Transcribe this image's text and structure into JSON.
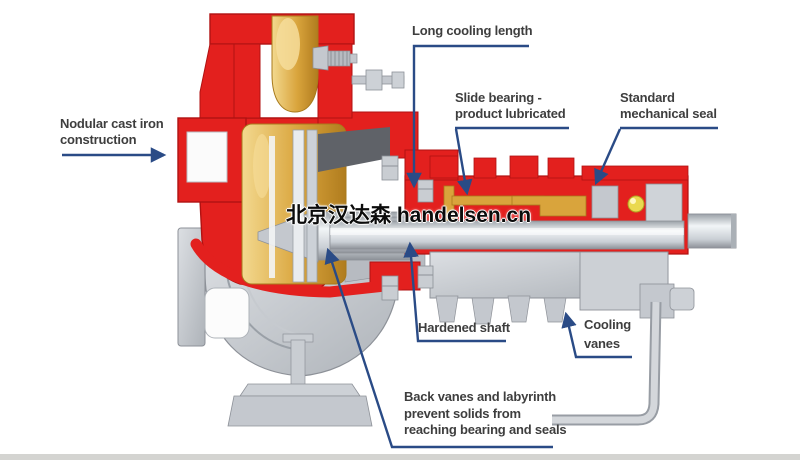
{
  "diagram": {
    "subject": "Centrifugal pump cross-section with annotated components",
    "labels": {
      "nodular": {
        "line1": "Nodular cast iron",
        "line2": "construction"
      },
      "long_cooling": {
        "text": "Long cooling length"
      },
      "slide_bearing": {
        "line1": "Slide bearing -",
        "line2": "product lubricated"
      },
      "mech_seal": {
        "line1": "Standard",
        "line2": "mechanical seal"
      },
      "hardened_shaft": {
        "text": "Hardened shaft"
      },
      "cooling_vanes": {
        "line1": "Cooling",
        "line2": "vanes"
      },
      "back_vanes": {
        "line1": "Back vanes and labyrinth",
        "line2": "prevent solids from",
        "line3": "reaching bearing and seals"
      }
    },
    "watermark": {
      "text": "北京汉达森 handelsen.cn"
    }
  },
  "colors": {
    "casing_red": "#e3201e",
    "casing_red_dark": "#b01212",
    "brass_gold": "#d9a43c",
    "brass_light": "#f3d98f",
    "brass_dark": "#a87a1c",
    "metal": "#c4c8ce",
    "metal_dark": "#8d9198",
    "metal_light": "#e9ecef",
    "arrow_blue": "#2a4b86",
    "label_text": "#3e3e3e",
    "watermark_text": "#0b0b0b"
  }
}
